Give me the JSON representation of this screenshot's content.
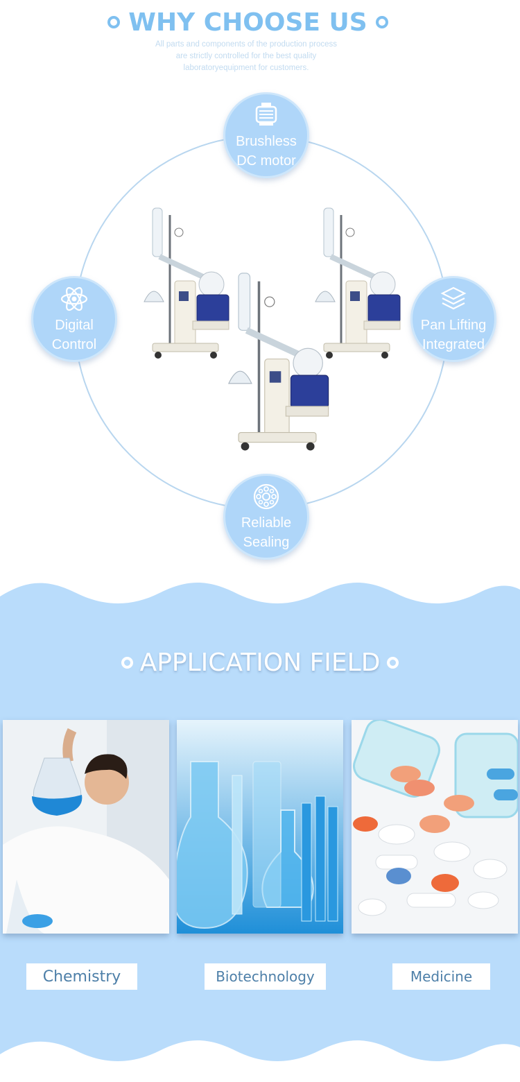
{
  "why": {
    "title": "WHY CHOOSE US",
    "subtitle_lines": [
      "All parts and components of the production process",
      "are strictly controlled for the best quality",
      "laboratoryequipment for customers."
    ]
  },
  "features": [
    {
      "icon": "motor-icon",
      "lines": [
        "Brushless",
        "DC motor"
      ]
    },
    {
      "icon": "atom-icon",
      "lines": [
        "Digital",
        "Control"
      ]
    },
    {
      "icon": "layers-icon",
      "lines": [
        "Pan Lifting",
        "Integrated"
      ]
    },
    {
      "icon": "seal-icon",
      "lines": [
        "Reliable",
        "Sealing"
      ]
    }
  ],
  "application": {
    "title": "APPLICATION FIELD",
    "fields": [
      {
        "label": "Chemistry",
        "image": "scientist-with-flask-photo"
      },
      {
        "label": "Biotechnology",
        "image": "laboratory-glassware-photo"
      },
      {
        "label": "Medicine",
        "image": "pills-and-bottles-photo"
      }
    ]
  },
  "colors": {
    "accent": "#7fc0f0",
    "feature_circle": "#afd6f9",
    "band": "#b9dcfb",
    "tag_text": "#4d7fa8"
  }
}
